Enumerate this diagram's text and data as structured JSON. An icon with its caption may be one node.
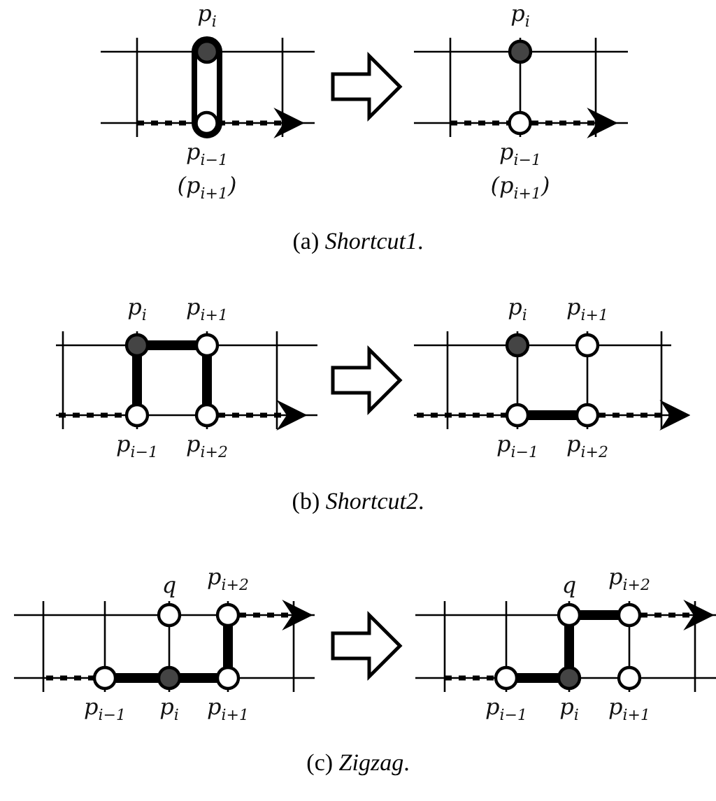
{
  "diagram": {
    "nodes": [
      {
        "text": [
          "p$_{i}$"
        ]
      },
      {
        "text": [
          "p$_{i−1}$",
          "(p$_{i+1}$)"
        ]
      },
      {
        "text": [
          "p$_{i}$"
        ]
      },
      {
        "text": [
          "p$_{i−1}$",
          "(p$_{i+1}$)"
        ]
      },
      {
        "text": [
          "p$_{i}$"
        ]
      },
      {
        "text": [
          "p$_{i+1}$"
        ]
      },
      {
        "text": [
          "p$_{i−1}$"
        ]
      },
      {
        "text": [
          "p$_{i+2}$"
        ]
      },
      {
        "text": [
          "p$_{i}$"
        ]
      },
      {
        "text": [
          "p$_{i+1}$"
        ]
      },
      {
        "text": [
          "p$_{i−1}$"
        ]
      },
      {
        "text": [
          "p$_{i+2}$"
        ]
      },
      {
        "text": [
          "q"
        ]
      },
      {
        "text": [
          "p$_{i+2}$"
        ]
      },
      {
        "text": [
          "p$_{i−1}$"
        ]
      },
      {
        "text": [
          "p$_{i}$"
        ]
      },
      {
        "text": [
          "p$_{i+1}$"
        ]
      },
      {
        "text": [
          "q"
        ]
      },
      {
        "text": [
          "p$_{i+2}$"
        ]
      },
      {
        "text": [
          "p$_{i−1}$"
        ]
      },
      {
        "text": [
          "p$_{i}$"
        ]
      },
      {
        "text": [
          "p$_{i+1}$"
        ]
      }
    ],
    "edges": [
      {
        "from": null,
        "to": 1,
        "arrow": "none",
        "style": "dashed"
      },
      {
        "from": 1,
        "to": null,
        "arrow": "to",
        "style": "dashed"
      },
      {
        "from": 1,
        "to": 0,
        "arrow": "none",
        "style": "thick"
      },
      {
        "from": null,
        "to": 3,
        "arrow": "none",
        "style": "dashed"
      },
      {
        "from": 3,
        "to": null,
        "arrow": "to",
        "style": "dashed"
      },
      {
        "from": null,
        "to": 6,
        "arrow": "none",
        "style": "dashed"
      },
      {
        "from": 6,
        "to": 4,
        "arrow": "none",
        "style": "thick"
      },
      {
        "from": 4,
        "to": 5,
        "arrow": "none",
        "style": "thick"
      },
      {
        "from": 5,
        "to": 7,
        "arrow": "none",
        "style": "thick"
      },
      {
        "from": 7,
        "to": null,
        "arrow": "to",
        "style": "dashed"
      },
      {
        "from": null,
        "to": 10,
        "arrow": "none",
        "style": "dashed"
      },
      {
        "from": 10,
        "to": 11,
        "arrow": "none",
        "style": "thick"
      },
      {
        "from": 11,
        "to": null,
        "arrow": "to",
        "style": "dashed"
      },
      {
        "from": null,
        "to": 14,
        "arrow": "none",
        "style": "dashed"
      },
      {
        "from": 14,
        "to": 15,
        "arrow": "none",
        "style": "thick"
      },
      {
        "from": 15,
        "to": 16,
        "arrow": "none",
        "style": "thick"
      },
      {
        "from": 16,
        "to": 13,
        "arrow": "none",
        "style": "thick"
      },
      {
        "from": 13,
        "to": null,
        "arrow": "to",
        "style": "dashed"
      },
      {
        "from": null,
        "to": 19,
        "arrow": "none",
        "style": "dashed"
      },
      {
        "from": 19,
        "to": 20,
        "arrow": "none",
        "style": "thick"
      },
      {
        "from": 20,
        "to": 17,
        "arrow": "none",
        "style": "thick"
      },
      {
        "from": 17,
        "to": 18,
        "arrow": "none",
        "style": "thick"
      },
      {
        "from": 18,
        "to": null,
        "arrow": "to",
        "style": "dashed"
      }
    ],
    "labels": [
      "(a) *Shortcut1*.",
      "(b) *Shortcut2*.",
      "(c) *Zigzag*."
    ]
  }
}
